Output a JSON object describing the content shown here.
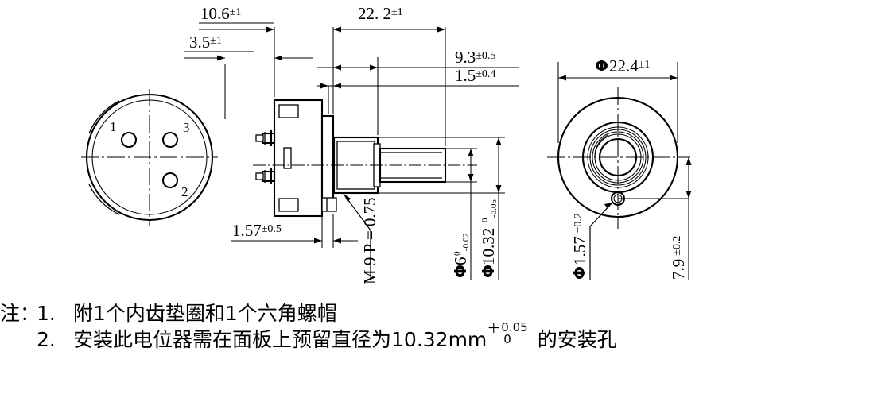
{
  "drawing": {
    "title": "potentiometer-dimensional-drawing",
    "units": "mm",
    "line_color": "#000000",
    "background": "#ffffff"
  },
  "views": {
    "rear": {
      "name": "rear-terminal-view",
      "terminal_labels": [
        "1",
        "3",
        "2"
      ]
    },
    "side": {
      "name": "side-section-view",
      "thread_callout": "M 9 P = 0.75"
    },
    "front": {
      "name": "front-face-view"
    }
  },
  "dimensions": {
    "top": [
      {
        "id": "dim-10-6",
        "value": "10.6",
        "tol": "±1"
      },
      {
        "id": "dim-22-2",
        "value": "22. 2",
        "tol": "±1"
      },
      {
        "id": "dim-3-5",
        "value": "3.5",
        "tol": "±1"
      },
      {
        "id": "dim-9-3",
        "value": "9.3",
        "tol": "±0.5"
      },
      {
        "id": "dim-1-5",
        "value": "1.5",
        "tol": "±0.4"
      }
    ],
    "bottom": [
      {
        "id": "dim-1-57-side",
        "value": "1.57",
        "tol": "±0.5"
      }
    ],
    "vertical_side": [
      {
        "id": "callout-thread",
        "text": "M 9 P = 0.75"
      },
      {
        "id": "dim-phi-6",
        "phi": "Φ",
        "value": "6",
        "tol_up": "0",
        "tol_dn": "-0.02"
      },
      {
        "id": "dim-phi-10-32",
        "phi": "Φ",
        "value": "10.32",
        "tol_up": "0",
        "tol_dn": "-0.05"
      }
    ],
    "front_view": [
      {
        "id": "dim-phi-22-4",
        "phi": "Φ",
        "value": "22.4",
        "tol": "±1"
      },
      {
        "id": "dim-phi-1-57",
        "phi": "Φ",
        "value": "1.57",
        "tol": "±0.2"
      },
      {
        "id": "dim-7-9",
        "value": "7.9",
        "tol": "±0.2"
      }
    ]
  },
  "notes": {
    "lead": "注：",
    "items": [
      {
        "num": "1.",
        "text": "附1个内齿垫圈和1个六角螺帽"
      },
      {
        "num": "2.",
        "text_before": "安装此电位器需在面板上预留直径为10.32mm",
        "plus": "＋",
        "tol_up": "0.05",
        "tol_dn": "0",
        "text_after": "的安装孔"
      }
    ]
  }
}
